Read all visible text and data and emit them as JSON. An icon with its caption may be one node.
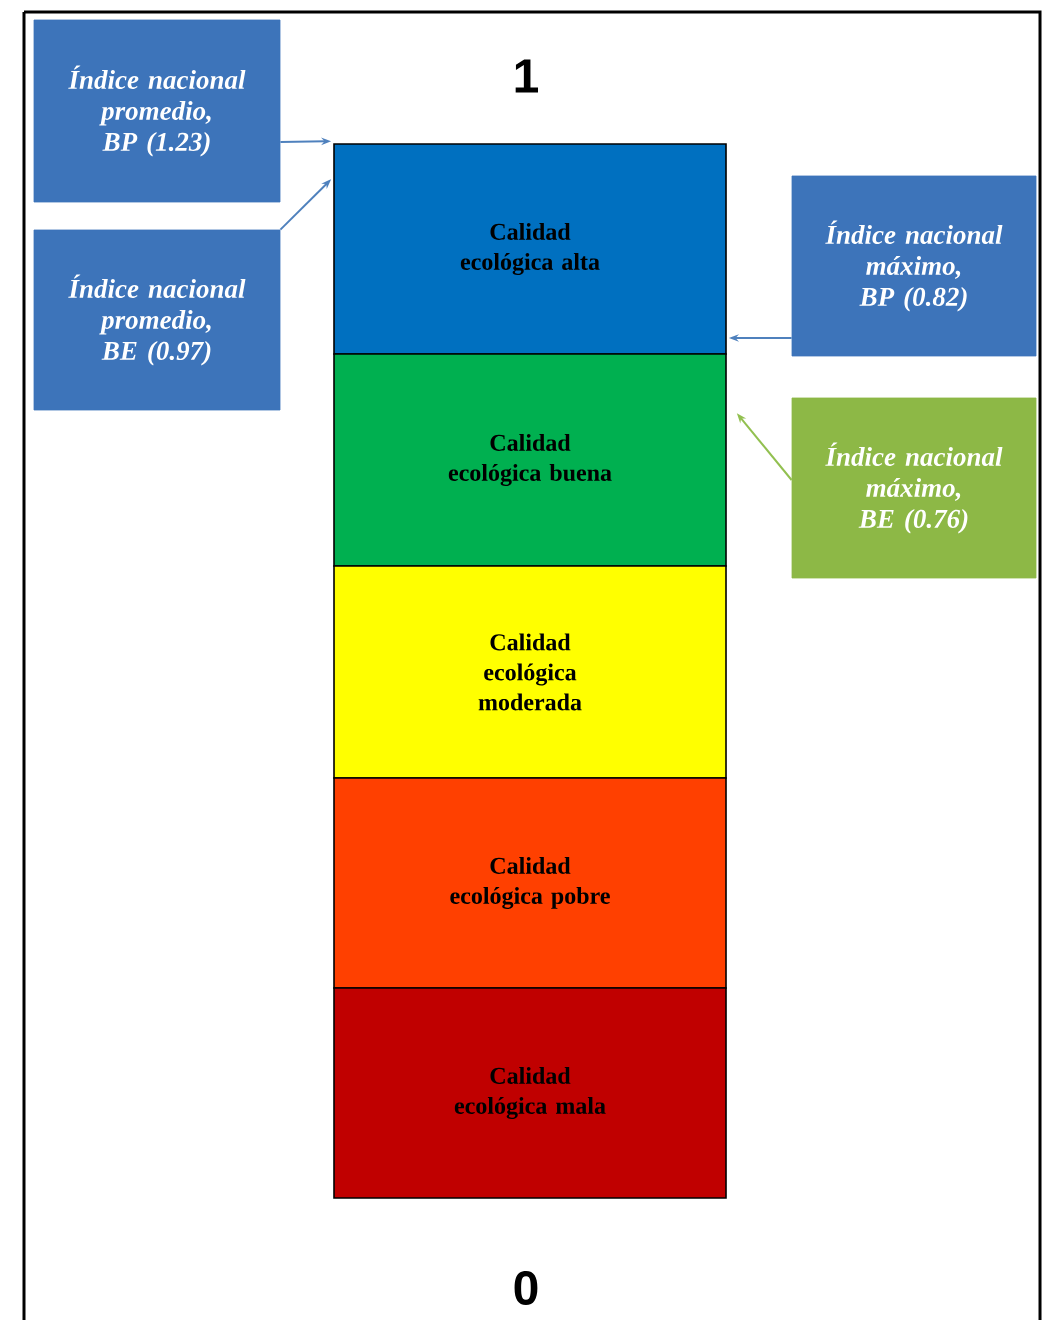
{
  "diagram": {
    "nodes": [
      {
        "text": [
          "Calidad ecológica alta"
        ]
      },
      {
        "text": [
          "Calidad ecológica buena"
        ]
      },
      {
        "text": [
          "Calidad ecológica moderada"
        ]
      },
      {
        "text": [
          "Calidad ecológica pobre"
        ]
      },
      {
        "text": [
          "Calidad ecológica mala"
        ]
      },
      {
        "text": [
          "Índice nacional promedio, BP (1.23)"
        ]
      },
      {
        "text": [
          "Índice nacional promedio, BE (0.97)"
        ]
      },
      {
        "text": [
          "Índice nacional máximo, BP (0.82)"
        ]
      },
      {
        "text": [
          "Índice nacional máximo, BE (0.76)"
        ]
      }
    ],
    "edges": [
      {
        "from": 5,
        "to": 0,
        "arrow": "to"
      },
      {
        "from": 6,
        "to": 0,
        "arrow": "to"
      },
      {
        "from": 7,
        "to": 0,
        "arrow": "to"
      },
      {
        "from": 8,
        "to": 1,
        "arrow": "to",
        "color": "#92c050"
      }
    ],
    "labels": [
      "1",
      "0"
    ]
  }
}
